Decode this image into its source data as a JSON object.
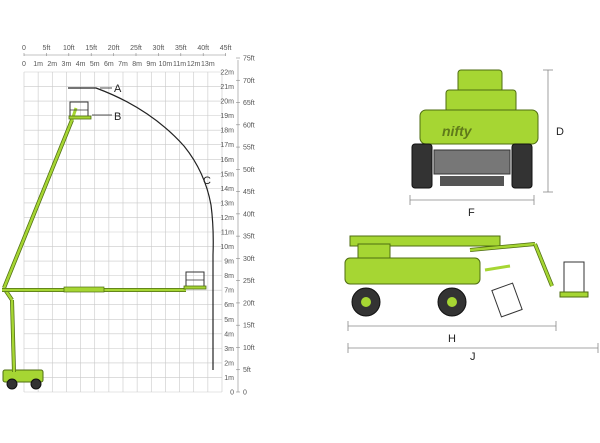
{
  "colors": {
    "machine": "#a6d633",
    "machine_dark": "#4f6d12",
    "grid": "#c9c9c9",
    "dim": "#888888",
    "curve": "#222222",
    "logo_text": "#5f7a1a"
  },
  "ft_ticks": [
    "0",
    "5ft",
    "10ft",
    "15ft",
    "20ft",
    "25ft",
    "30ft",
    "35ft",
    "40ft",
    "45ft"
  ],
  "m_ticks": [
    "0",
    "1m",
    "2m",
    "3m",
    "4m",
    "5m",
    "6m",
    "7m",
    "8m",
    "9m",
    "10m",
    "11m",
    "12m",
    "13m"
  ],
  "height_m": [
    "22m",
    "21m",
    "20m",
    "19m",
    "18m",
    "17m",
    "16m",
    "15m",
    "14m",
    "13m",
    "12m",
    "11m",
    "10m",
    "9m",
    "8m",
    "7m",
    "6m",
    "5m",
    "4m",
    "3m",
    "2m",
    "1m",
    "0"
  ],
  "height_ft": [
    "75ft",
    "70ft",
    "65ft",
    "60ft",
    "55ft",
    "50ft",
    "45ft",
    "40ft",
    "35ft",
    "30ft",
    "25ft",
    "20ft",
    "15ft",
    "10ft",
    "5ft",
    "0"
  ],
  "labels": {
    "A": "A",
    "B": "B",
    "C": "C",
    "D": "D",
    "F": "F",
    "H": "H",
    "J": "J"
  },
  "logo": "nifty"
}
